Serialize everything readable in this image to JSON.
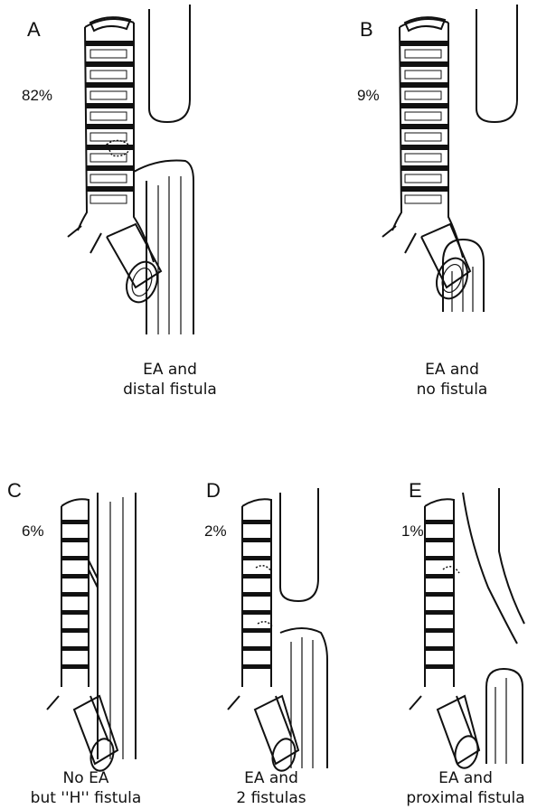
{
  "panels": [
    {
      "letter": "A",
      "percent": "82%",
      "caption_line1": "EA and",
      "caption_line2": "distal fistula"
    },
    {
      "letter": "B",
      "percent": "9%",
      "caption_line1": "EA and",
      "caption_line2": "no fistula"
    },
    {
      "letter": "C",
      "percent": "6%",
      "caption_line1": "No EA",
      "caption_line2": "but ''H'' fistula"
    },
    {
      "letter": "D",
      "percent": "2%",
      "caption_line1": "EA and",
      "caption_line2": "2 fistulas"
    },
    {
      "letter": "E",
      "percent": "1%",
      "caption_line1": "EA and",
      "caption_line2": "proximal fistula"
    }
  ]
}
